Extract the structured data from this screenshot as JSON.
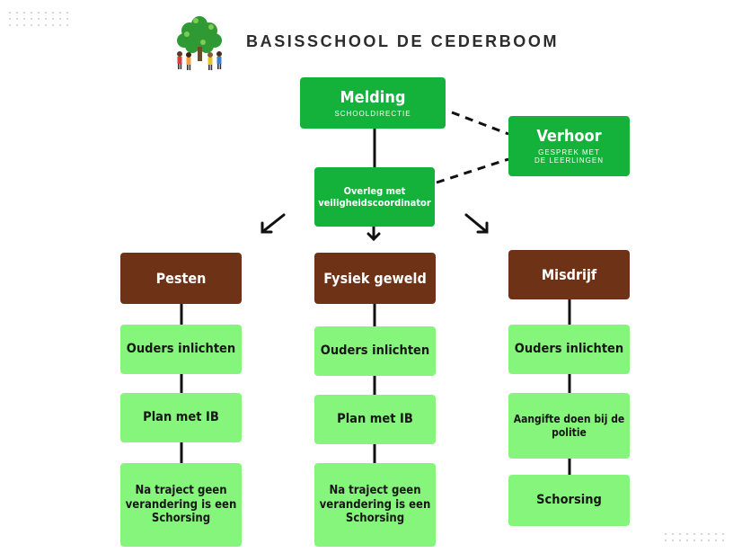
{
  "header": {
    "school_name": "BASISSCHOOL DE CEDERBOOM",
    "logo_icon": "tree-with-children-icon"
  },
  "flow": {
    "melding": {
      "title": "Melding",
      "subtitle": "SCHOOLDIRECTIE"
    },
    "overleg": {
      "line1": "Overleg met",
      "line2": "veiligheidscoordinator"
    },
    "verhoor": {
      "title": "Verhoor",
      "subtitle_line1": "GESPREK MET",
      "subtitle_line2": "DE LEERLINGEN"
    }
  },
  "columns": [
    {
      "category": "Pesten",
      "steps": [
        "Ouders inlichten",
        "Plan met IB"
      ],
      "final": {
        "line1": "Na traject geen",
        "line2": "verandering is een",
        "line3": "Schorsing"
      }
    },
    {
      "category": "Fysiek geweld",
      "steps": [
        "Ouders inlichten",
        "Plan met IB"
      ],
      "final": {
        "line1": "Na traject geen",
        "line2": "verandering is een",
        "line3": "Schorsing"
      }
    },
    {
      "category": "Misdrijf",
      "steps": [
        "Ouders inlichten"
      ],
      "aangifte": {
        "line1": "Aangifte doen bij de",
        "line2": "politie"
      },
      "final_single": "Schorsing"
    }
  ],
  "colors": {
    "dark_green": "#14b23a",
    "light_green": "#86f57c",
    "brown": "#6e3217",
    "line": "#111111"
  }
}
